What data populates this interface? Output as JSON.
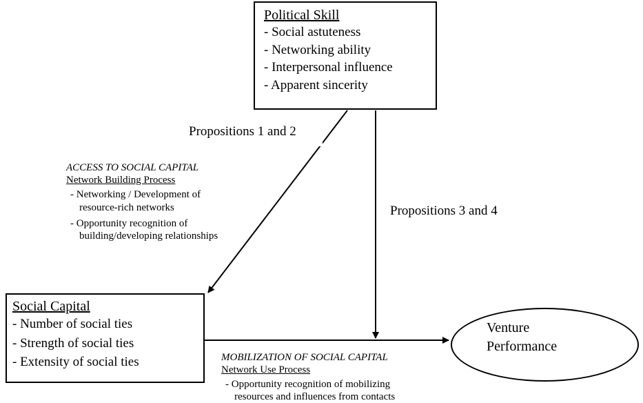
{
  "political_skill": {
    "title": "Political Skill",
    "items": [
      "- Social astuteness",
      "- Networking ability",
      "- Interpersonal influence",
      "- Apparent sincerity"
    ]
  },
  "social_capital": {
    "title": "Social Capital",
    "items": [
      "- Number of social ties",
      "- Strength of social ties",
      "- Extensity of social ties"
    ]
  },
  "venture_performance": {
    "line1": "Venture",
    "line2": "Performance"
  },
  "propositions_1_2": "Propositions 1 and 2",
  "propositions_3_4": "Propositions 3 and 4",
  "access": {
    "heading": "ACCESS TO SOCIAL CAPITAL",
    "subheading": "Network Building Process",
    "lines": [
      "- Networking / Development of",
      "resource-rich networks",
      "- Opportunity recognition of",
      "building/developing relationships"
    ]
  },
  "mobilization": {
    "heading": "MOBILIZATION OF SOCIAL CAPITAL",
    "subheading": "Network Use Process",
    "lines": [
      "- Opportunity recognition of mobilizing",
      "resources and influences from contacts"
    ]
  }
}
